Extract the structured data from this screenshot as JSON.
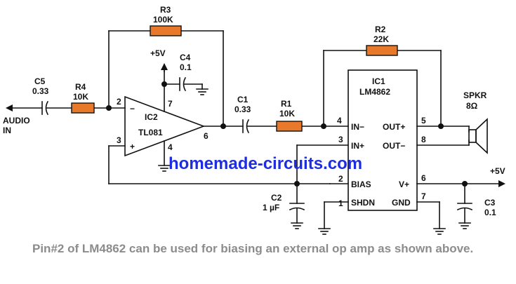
{
  "colors": {
    "resistor": "#e8782a",
    "wire": "#111111",
    "watermark": "#1f2de0",
    "caption": "#8c8c8c"
  },
  "labels": {
    "r3_name": "R3",
    "r3_value": "100K",
    "r2_name": "R2",
    "r2_value": "22K",
    "r4_name": "R4",
    "r4_value": "10K",
    "r1_name": "R1",
    "r1_value": "10K",
    "c5_name": "C5",
    "c5_value": "0.33",
    "c1_name": "C1",
    "c1_value": "0.33",
    "c4_name": "C4",
    "c4_value": "0.1",
    "c2_name": "C2",
    "c2_value": "1 µF",
    "c3_name": "C3",
    "c3_value": "0.1",
    "supply_top": "+5V",
    "supply_right": "+5V",
    "audio_in_1": "AUDIO",
    "audio_in_2": "IN",
    "ic2_name": "IC2",
    "ic2_part": "TL081",
    "ic2_pin2": "2",
    "ic2_pin3": "3",
    "ic2_pin4": "4",
    "ic2_pin6": "6",
    "ic2_pin7": "7",
    "ic2_minus": "−",
    "ic2_plus": "+",
    "ic1_name": "IC1",
    "ic1_part": "LM4862",
    "ic1_in_minus": "IN−",
    "ic1_in_plus": "IN+",
    "ic1_bias": "BIAS",
    "ic1_shdn": "SHDN",
    "ic1_out_plus": "OUT+",
    "ic1_out_minus": "OUT−",
    "ic1_vplus": "V+",
    "ic1_gnd": "GND",
    "ic1_pin1": "1",
    "ic1_pin2": "2",
    "ic1_pin3": "3",
    "ic1_pin4": "4",
    "ic1_pin5": "5",
    "ic1_pin6": "6",
    "ic1_pin7": "7",
    "ic1_pin8": "8",
    "spkr_name": "SPKR",
    "spkr_value": "8Ω"
  },
  "watermark": "homemade-circuits.com",
  "caption": "Pin#2 of LM4862 can be used for biasing an external op amp as shown above."
}
